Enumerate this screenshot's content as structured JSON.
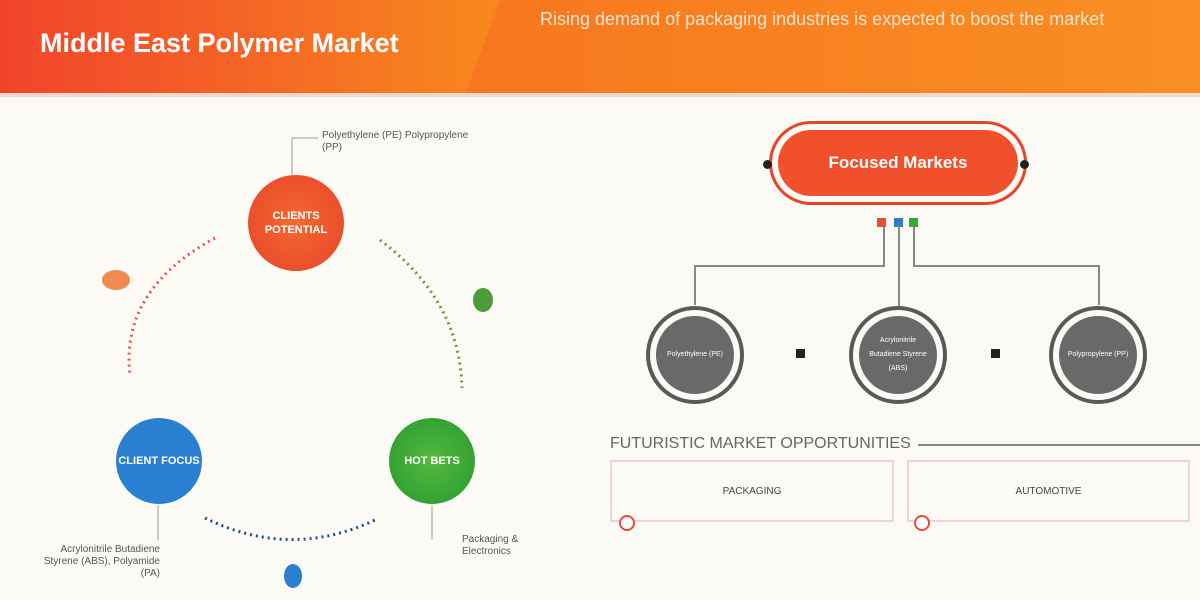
{
  "header": {
    "title": "Middle East Polymer Market",
    "subtitle": "Rising demand of packaging industries is expected to boost the market"
  },
  "cycle": {
    "clients_potential": {
      "label": "CLIENTS POTENTIAL",
      "note": "Polyethylene (PE) Polypropylene (PP)",
      "color": "#f0502c"
    },
    "client_focus": {
      "label": "CLIENT FOCUS",
      "note": "Acrylonitrile Butadiene Styrene (ABS), Polyamide (PA)",
      "color": "#2a7fd0"
    },
    "hot_bets": {
      "label": "HOT BETS",
      "note": "Packaging & Electronics",
      "color": "#3aa73a"
    }
  },
  "focused": {
    "label": "Focused Markets",
    "circles": [
      "Polyethylene (PE)",
      "Acrylonitrile Butadiene Styrene (ABS)",
      "Polypropylene (PP)"
    ]
  },
  "opportunities": {
    "heading": "FUTURISTIC MARKET OPPORTUNITIES",
    "items": [
      "PACKAGING",
      "AUTOMOTIVE"
    ]
  }
}
